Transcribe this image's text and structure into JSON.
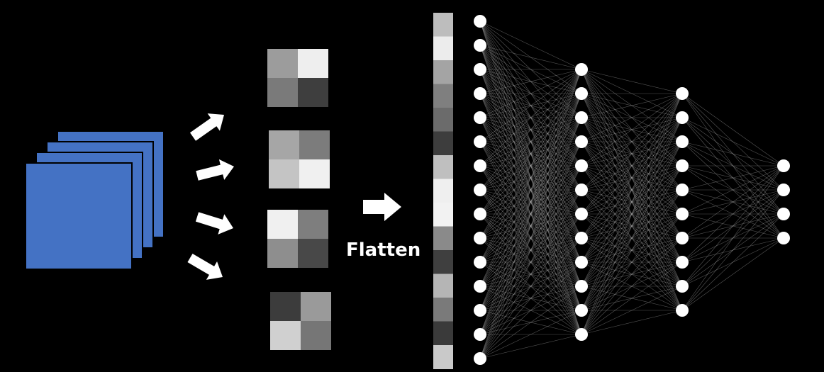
{
  "labels": {
    "flatten": "Flatten"
  },
  "colors": {
    "background": "#000000",
    "feature_map": "#4472C4",
    "node": "#FFFFFF",
    "edge": "#BBBBBB",
    "arrow": "#FFFFFF"
  },
  "feature_map_count": 4,
  "pooled_grids": [
    [
      "#9c9c9c",
      "#eeeeee",
      "#7a7a7a",
      "#3e3e3e"
    ],
    [
      "#a6a6a6",
      "#7c7c7c",
      "#c4c4c4",
      "#f0f0f0"
    ],
    [
      "#f0f0f0",
      "#7e7e7e",
      "#8e8e8e",
      "#484848"
    ],
    [
      "#3c3c3c",
      "#9a9a9a",
      "#d0d0d0",
      "#767676"
    ]
  ],
  "flatten_vector": [
    "#bdbdbd",
    "#ececec",
    "#a4a4a4",
    "#7f7f7f",
    "#6b6b6b",
    "#3d3d3d",
    "#bfbfbf",
    "#efefef",
    "#f2f2f2",
    "#8a8a8a",
    "#3f3f3f",
    "#b5b5b5",
    "#7a7a7a",
    "#3a3a3a",
    "#c9c9c9"
  ],
  "network_layers": [
    15,
    12,
    10,
    4
  ]
}
